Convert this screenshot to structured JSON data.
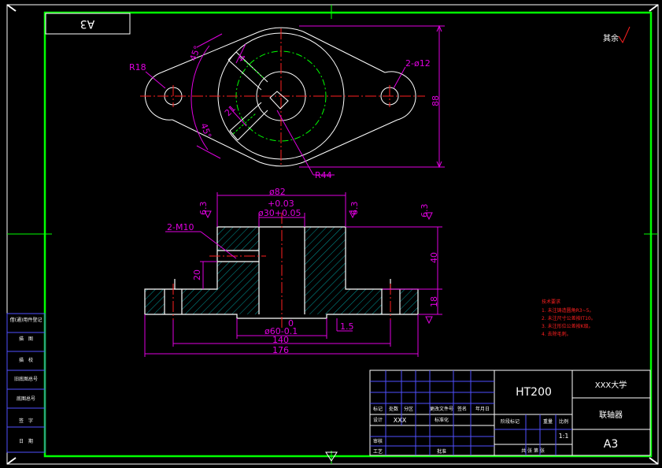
{
  "drawing": {
    "format_stamp": "A3",
    "surface_mark": "其余",
    "top_view": {
      "r_ends": "R18",
      "holes": "2-ø12",
      "height": "88",
      "r_outer": "R44",
      "angle_1": "45°",
      "angle_2": "45°",
      "small_1": "21",
      "small_2": "4"
    },
    "front_view": {
      "thread": "2-M10",
      "dia_top": "ø82",
      "tol_upper": "+0.03",
      "tol_lower": "0",
      "bore": "ø30+0.05",
      "dia_step": "ø60-0.1",
      "gap": "1.5",
      "width_140": "140",
      "width_176": "176",
      "h_40": "40",
      "h_18": "18",
      "h_20": "20",
      "rough_1": "6.3",
      "rough_2": "6.3",
      "rough_3": "6.3"
    },
    "tech_notes": {
      "title": "技术要求",
      "items": [
        "1. 未注铸造圆角R3~5。",
        "2. 未注尺寸公差按IT10。",
        "3. 未注形位公差按K级。",
        "4. 去除毛刺。"
      ]
    },
    "left_stamps": [
      "借(通)用件登记",
      "描　图",
      "描　校",
      "旧底图总号",
      "底图总号",
      "签　字",
      "日　期"
    ],
    "title_block": {
      "material": "HT200",
      "university": "XXX大学",
      "part_name": "联轴器",
      "sheet_size": "A3",
      "scale_value": "1:1",
      "h_mark": "标记",
      "h_count": "处数",
      "h_zone": "分区",
      "h_change_doc": "更改文件号",
      "h_sign": "签名",
      "h_date": "年月日",
      "design_label": "设计",
      "designer": "XXX",
      "standard_label": "标准化",
      "stage_label": "阶段标记",
      "weight_label": "重量",
      "scale_label": "比例",
      "review_label": "审核",
      "process_label": "工艺",
      "approve_label": "批准",
      "sheets_label": "共 张 第 张"
    }
  }
}
